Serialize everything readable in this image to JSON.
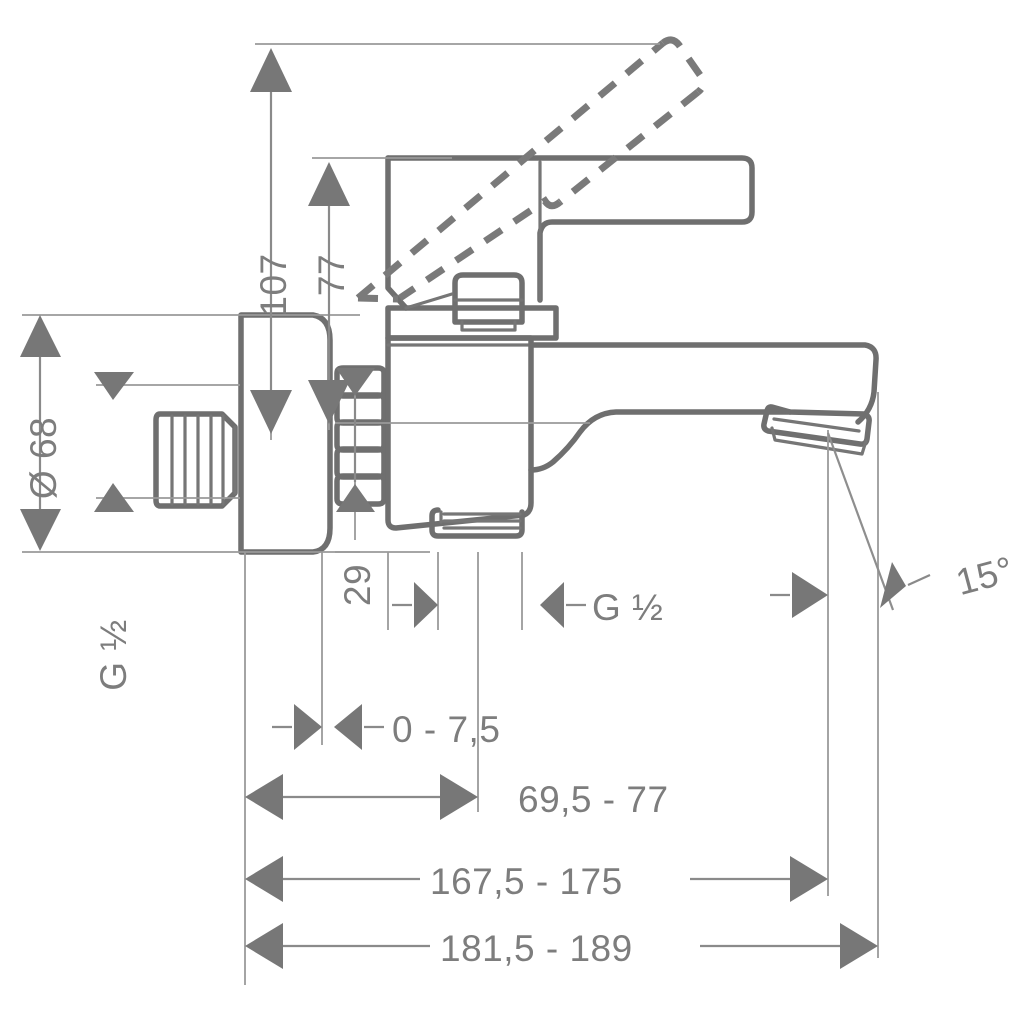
{
  "drawing": {
    "title": "Wall-mounted bath mixer technical dimension drawing",
    "type": "technical-line-drawing",
    "units": "mm",
    "colors": {
      "outline": "#6f6f6f",
      "dimension_line": "#8a8a8a",
      "arrow_fill": "#777777",
      "text": "#7d7d7d",
      "background": "#ffffff"
    }
  },
  "dimensions": {
    "height_107": {
      "label": "107",
      "orientation": "vertical",
      "rotated": true
    },
    "height_77": {
      "label": "77",
      "orientation": "vertical",
      "rotated": true
    },
    "diameter_68": {
      "label": "Ø 68",
      "orientation": "vertical",
      "rotated": true
    },
    "height_29": {
      "label": "29",
      "orientation": "vertical",
      "rotated": true
    },
    "inlet_thread": {
      "label": "G ½",
      "orientation": "vertical",
      "rotated": true
    },
    "outlet_thread": {
      "label": "G ½",
      "orientation": "horizontal",
      "rotated": false
    },
    "angle_15": {
      "label": "15°",
      "orientation": "rotated",
      "rotated": true
    },
    "depth_0_75": {
      "label": "0 - 7,5",
      "orientation": "horizontal"
    },
    "depth_695_77": {
      "label": "69,5 - 77",
      "orientation": "horizontal"
    },
    "length_1675_175": {
      "label": "167,5 - 175",
      "orientation": "horizontal"
    },
    "length_1815_189": {
      "label": "181,5 - 189",
      "orientation": "horizontal"
    }
  },
  "parts": {
    "wall_escutcheon": "wall-flange-escutcheon",
    "s_union_thread": "threaded-inlet-connector",
    "mixer_body": "mixer-body",
    "lever_handle": "lever-handle",
    "lever_handle_open": "lever-handle-raised-position-dashed",
    "spout": "bath-spout",
    "aerator": "aerator-outlet",
    "diverter": "diverter-knob",
    "shower_outlet": "shower-outlet-thread"
  }
}
